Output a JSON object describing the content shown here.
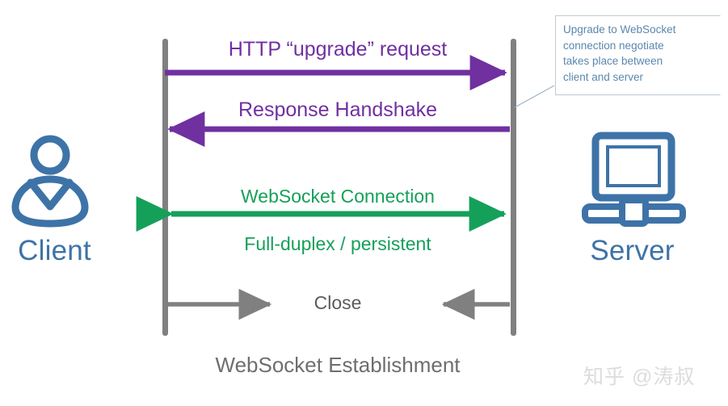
{
  "diagram": {
    "caption": "WebSocket Establishment",
    "watermark": "知乎 @涛叔"
  },
  "actors": {
    "client": {
      "label": "Client",
      "icon": "person-icon"
    },
    "server": {
      "label": "Server",
      "icon": "server-monitor-icon"
    }
  },
  "messages": [
    {
      "label": "HTTP “upgrade” request",
      "color": "#7030A0",
      "direction": "client-to-server"
    },
    {
      "label": "Response Handshake",
      "color": "#7030A0",
      "direction": "server-to-client"
    },
    {
      "label": "WebSocket Connection",
      "color": "#15A05A",
      "direction": "bidirectional"
    },
    {
      "label": "Full-duplex / persistent",
      "color": "#15A05A",
      "direction": "bidirectional"
    },
    {
      "label": "Close",
      "color": "#5C5C5C",
      "direction": "both-inward"
    }
  ],
  "callout": {
    "lines": [
      "Upgrade to WebSocket",
      "connection negotiate",
      "takes place between",
      "client and server"
    ],
    "color": "#5B87AD"
  },
  "colors": {
    "lifeline": "#808080",
    "purple": "#7030A0",
    "green": "#15A05A",
    "grey": "#808080",
    "actor_blue": "#3E73A8"
  }
}
